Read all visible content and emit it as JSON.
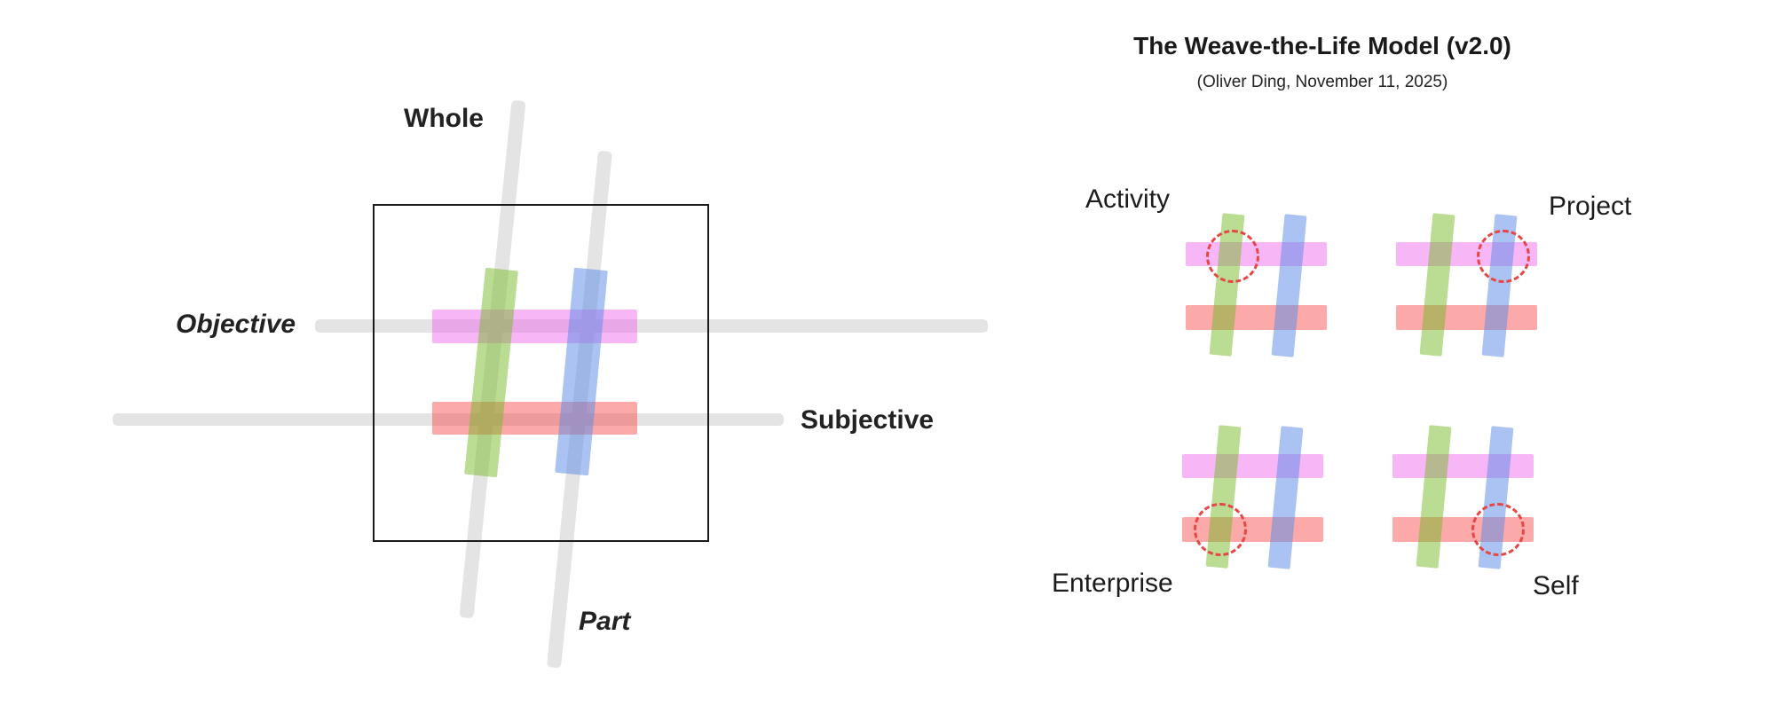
{
  "header": {
    "title": "The Weave-the-Life Model (v2.0)",
    "subtitle": "(Oliver Ding, November 11, 2025)"
  },
  "main_diagram": {
    "labels": {
      "top": "Whole",
      "left": "Objective",
      "right": "Subjective",
      "bottom": "Part"
    }
  },
  "quadrants": [
    {
      "id": "activity",
      "label": "Activity",
      "highlight": "green-thread x pink-bar (top-left)"
    },
    {
      "id": "project",
      "label": "Project",
      "highlight": "blue-thread x pink-bar (top-right)"
    },
    {
      "id": "enterprise",
      "label": "Enterprise",
      "highlight": "green-thread x red-bar (bottom-left)"
    },
    {
      "id": "self",
      "label": "Self",
      "highlight": "blue-thread x red-bar (bottom-right)"
    }
  ],
  "colors": {
    "pink": "rgba(238,96,238,0.45)",
    "red": "rgba(246,60,60,0.44)",
    "green": "rgba(118,186,40,0.50)",
    "blue": "rgba(92,140,230,0.52)",
    "gray": "#e4e4e4",
    "highlight": "#e54646",
    "frame": "#1b1b1b"
  }
}
